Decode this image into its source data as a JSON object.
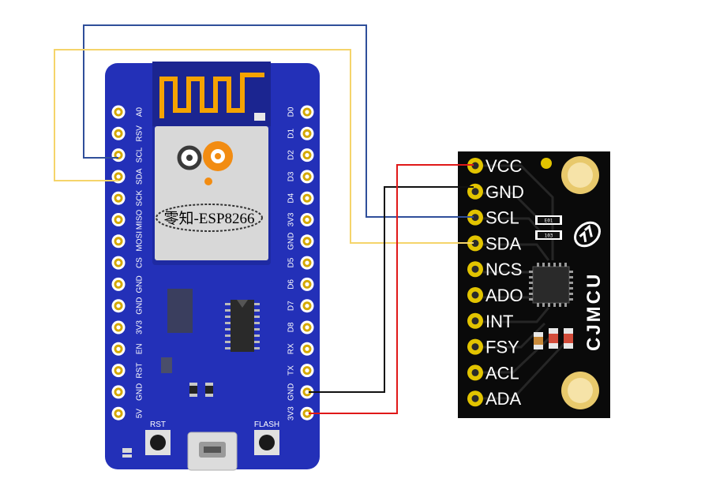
{
  "esp_board": {
    "colors": {
      "board": "#2330b8",
      "board_edge": "#1d2599",
      "shield": "#d8d8d8",
      "antenna": "#f5a300"
    },
    "module_label": "零知-ESP8266",
    "left_pins": [
      "A0",
      "RSV",
      "SCL",
      "SDA",
      "SCK",
      "MISO",
      "MOSI",
      "CS",
      "GND",
      "GND",
      "3V3",
      "EN",
      "RST",
      "GND",
      "5V"
    ],
    "right_pins": [
      "D0",
      "D1",
      "D2",
      "D3",
      "D4",
      "3V3",
      "GND",
      "D5",
      "D6",
      "D7",
      "D8",
      "RX",
      "TX",
      "GND",
      "3V3"
    ],
    "buttons": {
      "rst": "RST",
      "flash": "FLASH"
    }
  },
  "sensor_board": {
    "colors": {
      "board": "#0a0a0a",
      "pad": "#e2c400",
      "mount": "#f2d98a"
    },
    "pins": [
      "VCC",
      "GND",
      "SCL",
      "SDA",
      "NCS",
      "ADO",
      "INT",
      "FSY",
      "ACL",
      "ADA"
    ],
    "brand": "CJMCU",
    "resistor_labels": [
      "E01",
      "103"
    ]
  },
  "wires": [
    {
      "from": "esp.SCL",
      "to": "sensor.SCL",
      "color": "#2f4f9a"
    },
    {
      "from": "esp.SDA",
      "to": "sensor.SDA",
      "color": "#f5d46a"
    },
    {
      "from": "esp.GND",
      "to": "sensor.GND",
      "color": "#111111"
    },
    {
      "from": "esp.3V3",
      "to": "sensor.VCC",
      "color": "#e01818"
    }
  ]
}
